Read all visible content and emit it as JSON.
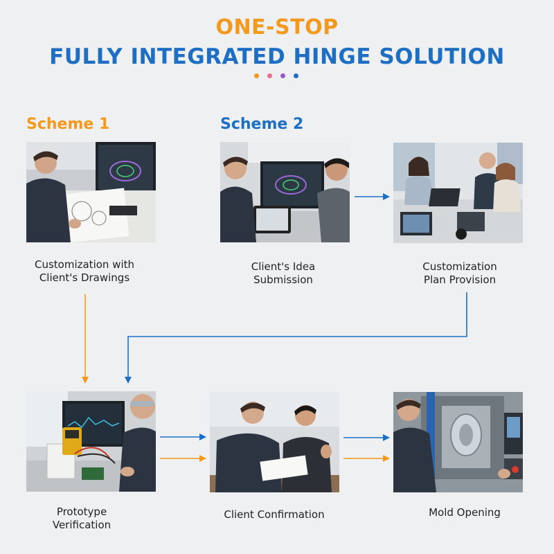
{
  "header": {
    "title_line1": "ONE-STOP",
    "title_line2": "FULLY INTEGRATED HINGE SOLUTION"
  },
  "colors": {
    "orange": "#f39a1e",
    "blue": "#1e6fc4",
    "dot_colors": [
      "#f39a1e",
      "#e8708f",
      "#9b59c6",
      "#1e6fc4"
    ]
  },
  "schemes": {
    "scheme1": "Scheme 1",
    "scheme2": "Scheme 2"
  },
  "steps": {
    "drawings": {
      "line1": "Customization with",
      "line2": "Client's Drawings"
    },
    "idea": {
      "line1": "Client's Idea",
      "line2": "Submission"
    },
    "plan": {
      "line1": "Customization",
      "line2": "Plan Provision"
    },
    "prototype": {
      "line1": "Prototype",
      "line2": "Verification"
    },
    "confirmation": {
      "line1": "Client Confirmation"
    },
    "mold": {
      "line1": "Mold Opening"
    }
  }
}
